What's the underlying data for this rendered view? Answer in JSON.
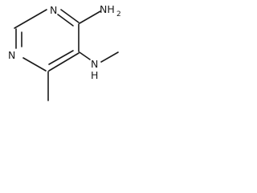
{
  "molecule": {
    "atoms": {
      "n_top": "N",
      "n_left": "N",
      "nh2_main": "NH",
      "nh2_sub": "2",
      "nh_main": "N",
      "nh_h": "H"
    }
  }
}
